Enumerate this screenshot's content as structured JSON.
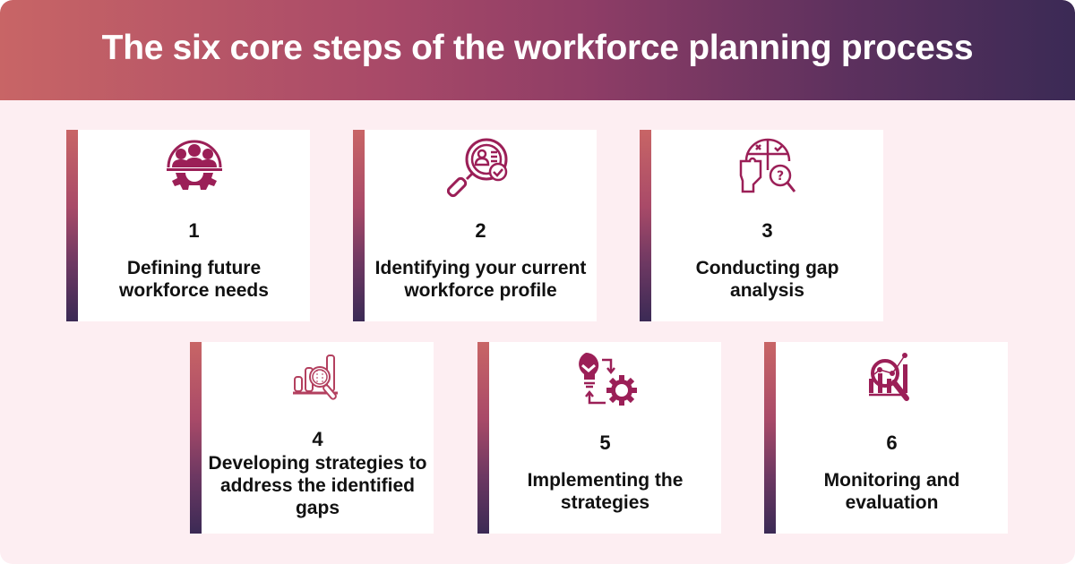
{
  "header": {
    "title": "The six core steps of the workforce planning process"
  },
  "colors": {
    "gradient_start": "#c86566",
    "gradient_mid": "#8e3d66",
    "gradient_end": "#3b2a55",
    "icon_color": "#9b1f57",
    "background": "#fdeef2",
    "card_background": "#ffffff",
    "text": "#111111"
  },
  "steps": [
    {
      "number": "1",
      "label": "Defining future workforce needs",
      "icon": "team-gear-icon"
    },
    {
      "number": "2",
      "label": "Identifying your current workforce profile",
      "icon": "profile-search-check-icon"
    },
    {
      "number": "3",
      "label": "Conducting gap analysis",
      "icon": "puzzle-question-search-icon"
    },
    {
      "number": "4",
      "label": "Developing strategies to address the identified gaps",
      "icon": "bar-chart-magnifier-icon"
    },
    {
      "number": "5",
      "label": "Implementing the strategies",
      "icon": "lightbulb-gear-cycle-icon"
    },
    {
      "number": "6",
      "label": "Monitoring and evaluation",
      "icon": "analytics-magnifier-icon"
    }
  ]
}
